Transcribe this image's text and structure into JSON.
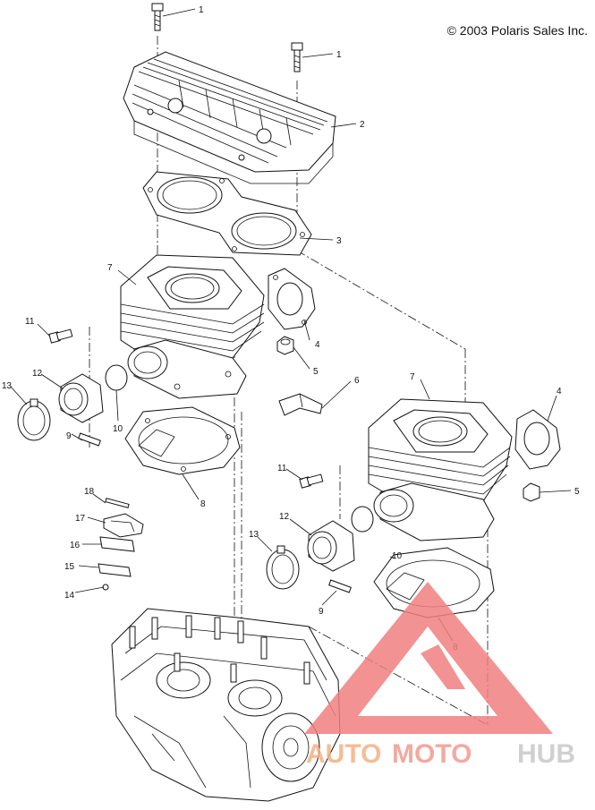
{
  "copyright": "© 2003 Polaris Sales Inc.",
  "callouts": [
    "1",
    "1",
    "2",
    "3",
    "7",
    "4",
    "11",
    "5",
    "12",
    "13",
    "10",
    "6",
    "7",
    "4",
    "9",
    "8",
    "11",
    "5",
    "18",
    "17",
    "16",
    "15",
    "14",
    "13",
    "12",
    "9",
    "10",
    "8"
  ],
  "watermark": {
    "part1": "AUTO",
    "part2": "MOTO",
    "part3": "HUB",
    "color_auto": "#f4b183",
    "color_moto": "#f29b8f",
    "color_hub": "#c8c8c8",
    "logo_color": "#f08080"
  }
}
